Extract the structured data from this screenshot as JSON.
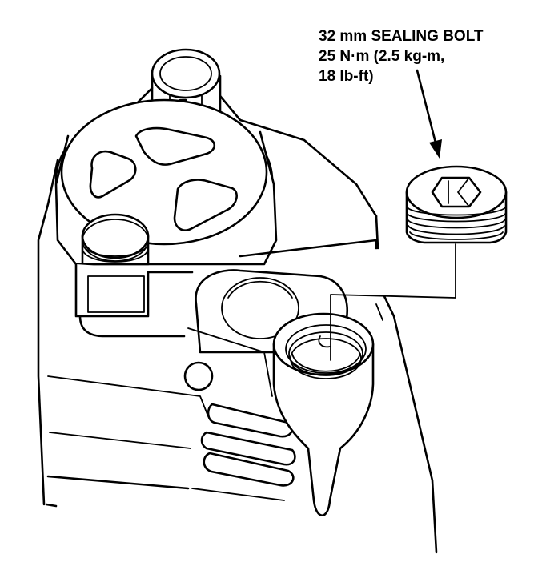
{
  "callout": {
    "line1": "32 mm SEALING BOLT",
    "line2": "25 N·m (2.5 kg-m,",
    "line3": "18 lb-ft)"
  },
  "colors": {
    "ink": "#000000",
    "paper": "#ffffff"
  }
}
